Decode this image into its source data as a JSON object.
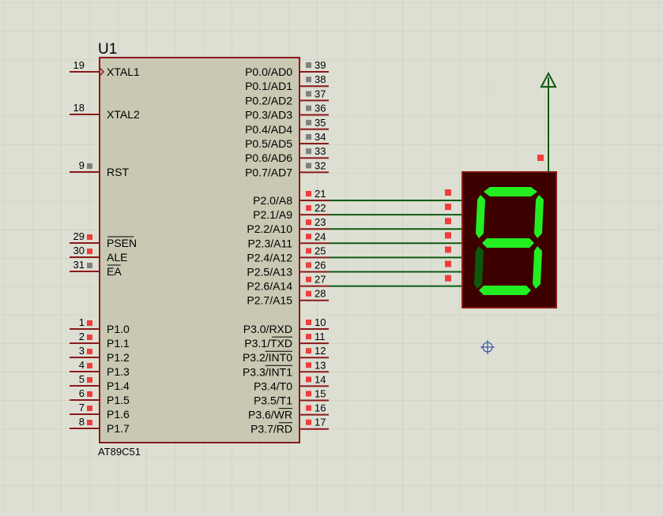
{
  "schematic": {
    "chip": {
      "ref": "U1",
      "part": "AT89C51",
      "left_pins": [
        {
          "num": "19",
          "label": "XTAL1",
          "overline": false,
          "marker": "clock"
        },
        {
          "num": "18",
          "label": "XTAL2",
          "overline": false,
          "marker": "none"
        },
        {
          "num": "9",
          "label": "RST",
          "overline": false,
          "marker": "gray"
        },
        {
          "num": "29",
          "label": "PSEN",
          "overline": true,
          "marker": "red"
        },
        {
          "num": "30",
          "label": "ALE",
          "overline": false,
          "marker": "red"
        },
        {
          "num": "31",
          "label": "EA",
          "overline": true,
          "marker": "gray"
        },
        {
          "num": "1",
          "label": "P1.0",
          "overline": false,
          "marker": "red"
        },
        {
          "num": "2",
          "label": "P1.1",
          "overline": false,
          "marker": "red"
        },
        {
          "num": "3",
          "label": "P1.2",
          "overline": false,
          "marker": "red"
        },
        {
          "num": "4",
          "label": "P1.3",
          "overline": false,
          "marker": "red"
        },
        {
          "num": "5",
          "label": "P1.4",
          "overline": false,
          "marker": "red"
        },
        {
          "num": "6",
          "label": "P1.5",
          "overline": false,
          "marker": "red"
        },
        {
          "num": "7",
          "label": "P1.6",
          "overline": false,
          "marker": "red"
        },
        {
          "num": "8",
          "label": "P1.7",
          "overline": false,
          "marker": "red"
        }
      ],
      "right_pins": [
        {
          "num": "39",
          "label": "P0.0/AD0",
          "marker": "gray"
        },
        {
          "num": "38",
          "label": "P0.1/AD1",
          "marker": "gray"
        },
        {
          "num": "37",
          "label": "P0.2/AD2",
          "marker": "gray"
        },
        {
          "num": "36",
          "label": "P0.3/AD3",
          "marker": "gray"
        },
        {
          "num": "35",
          "label": "P0.4/AD4",
          "marker": "gray"
        },
        {
          "num": "34",
          "label": "P0.5/AD5",
          "marker": "gray"
        },
        {
          "num": "33",
          "label": "P0.6/AD6",
          "marker": "gray"
        },
        {
          "num": "32",
          "label": "P0.7/AD7",
          "marker": "gray"
        },
        {
          "num": "21",
          "label": "P2.0/A8",
          "marker": "red"
        },
        {
          "num": "22",
          "label": "P2.1/A9",
          "marker": "red"
        },
        {
          "num": "23",
          "label": "P2.2/A10",
          "marker": "red"
        },
        {
          "num": "24",
          "label": "P2.3/A11",
          "marker": "red"
        },
        {
          "num": "25",
          "label": "P2.4/A12",
          "marker": "red"
        },
        {
          "num": "26",
          "label": "P2.5/A13",
          "marker": "red"
        },
        {
          "num": "27",
          "label": "P2.6/A14",
          "marker": "red"
        },
        {
          "num": "28",
          "label": "P2.7/A15",
          "marker": "red"
        },
        {
          "num": "10",
          "label": "P3.0/RXD",
          "marker": "red"
        },
        {
          "num": "11",
          "label": "P3.1/TXD",
          "marker": "red"
        },
        {
          "num": "12",
          "label": "P3.2/INT0",
          "marker": "red"
        },
        {
          "num": "13",
          "label": "P3.3/INT1",
          "marker": "red"
        },
        {
          "num": "14",
          "label": "P3.4/T0",
          "marker": "red"
        },
        {
          "num": "15",
          "label": "P3.5/T1",
          "marker": "red"
        },
        {
          "num": "16",
          "label": "P3.6/WR",
          "marker": "red"
        },
        {
          "num": "17",
          "label": "P3.7/RD",
          "marker": "red"
        }
      ]
    },
    "display": {
      "segments_lit": [
        "a",
        "b",
        "c",
        "d",
        "f",
        "g"
      ],
      "segments_dim": [
        "e"
      ]
    }
  },
  "colors": {
    "background": "#dedfd3",
    "grid": "#c9cabc",
    "chip_body": "#c8c8b3",
    "chip_border": "#8a1a1a",
    "pin": "#8a1a1a",
    "wire": "#0e5a14",
    "marker_red": "#f03c3c",
    "marker_gray": "#808080",
    "display_body": "#3d0000",
    "segment_on": "#22ee22",
    "segment_off": "#0a5a0a"
  }
}
